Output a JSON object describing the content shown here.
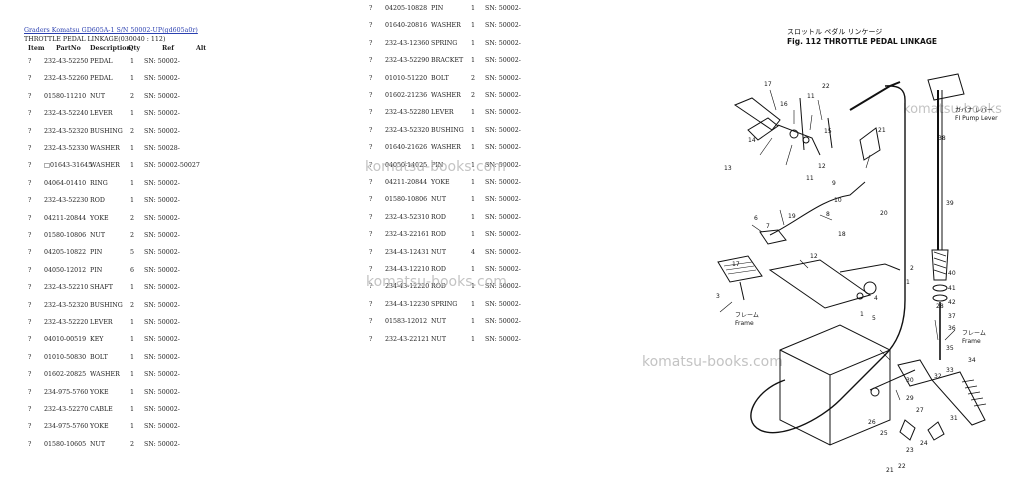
{
  "header": {
    "link_text": "Graders Komatsu GD605A-1 S/N 50002-UP(gd605a0r)",
    "section_title": "THROTTLE PEDAL LINKAGE(030040 : 112)"
  },
  "columns": [
    "Item",
    "PartNo",
    "Description",
    "Qty",
    "Ref",
    "Alt"
  ],
  "left_rows": [
    {
      "item": "?",
      "part": "232-43-52250",
      "desc": "PEDAL",
      "qty": "1",
      "ref": "SN: 50002-"
    },
    {
      "item": "?",
      "part": "232-43-52260",
      "desc": "PEDAL",
      "qty": "1",
      "ref": "SN: 50002-"
    },
    {
      "item": "?",
      "part": "01580-11210",
      "desc": "NUT",
      "qty": "2",
      "ref": "SN: 50002-"
    },
    {
      "item": "?",
      "part": "232-43-52240",
      "desc": "LEVER",
      "qty": "1",
      "ref": "SN: 50002-"
    },
    {
      "item": "?",
      "part": "232-43-52320",
      "desc": "BUSHING",
      "qty": "2",
      "ref": "SN: 50002-"
    },
    {
      "item": "?",
      "part": "232-43-52330",
      "desc": "WASHER",
      "qty": "1",
      "ref": "SN: 50028-"
    },
    {
      "item": "?",
      "part": "□01643-31645",
      "desc": "WASHER",
      "qty": "1",
      "ref": "SN: 50002-50027"
    },
    {
      "item": "?",
      "part": "04064-01410",
      "desc": "RING",
      "qty": "1",
      "ref": "SN: 50002-"
    },
    {
      "item": "?",
      "part": "232-43-52230",
      "desc": "ROD",
      "qty": "1",
      "ref": "SN: 50002-"
    },
    {
      "item": "?",
      "part": "04211-20844",
      "desc": "YOKE",
      "qty": "2",
      "ref": "SN: 50002-"
    },
    {
      "item": "?",
      "part": "01580-10806",
      "desc": "NUT",
      "qty": "2",
      "ref": "SN: 50002-"
    },
    {
      "item": "?",
      "part": "04205-10822",
      "desc": "PIN",
      "qty": "5",
      "ref": "SN: 50002-"
    },
    {
      "item": "?",
      "part": "04050-12012",
      "desc": "PIN",
      "qty": "6",
      "ref": "SN: 50002-"
    },
    {
      "item": "?",
      "part": "232-43-52210",
      "desc": "SHAFT",
      "qty": "1",
      "ref": "SN: 50002-"
    },
    {
      "item": "?",
      "part": "232-43-52320",
      "desc": "BUSHING",
      "qty": "2",
      "ref": "SN: 50002-"
    },
    {
      "item": "?",
      "part": "232-43-52220",
      "desc": "LEVER",
      "qty": "1",
      "ref": "SN: 50002-"
    },
    {
      "item": "?",
      "part": "04010-00519",
      "desc": "KEY",
      "qty": "1",
      "ref": "SN: 50002-"
    },
    {
      "item": "?",
      "part": "01010-50830",
      "desc": "BOLT",
      "qty": "1",
      "ref": "SN: 50002-"
    },
    {
      "item": "?",
      "part": "01602-20825",
      "desc": "WASHER",
      "qty": "1",
      "ref": "SN: 50002-"
    },
    {
      "item": "?",
      "part": "234-975-5760",
      "desc": "YOKE",
      "qty": "1",
      "ref": "SN: 50002-"
    },
    {
      "item": "?",
      "part": "232-43-52270",
      "desc": "CABLE",
      "qty": "1",
      "ref": "SN: 50002-"
    },
    {
      "item": "?",
      "part": "234-975-5760",
      "desc": "YOKE",
      "qty": "1",
      "ref": "SN: 50002-"
    },
    {
      "item": "?",
      "part": "01580-10605",
      "desc": "NUT",
      "qty": "2",
      "ref": "SN: 50002-"
    }
  ],
  "right_rows": [
    {
      "item": "?",
      "part": "04205-10828",
      "desc": "PIN",
      "qty": "1",
      "ref": "SN: 50002-"
    },
    {
      "item": "?",
      "part": "01640-20816",
      "desc": "WASHER",
      "qty": "1",
      "ref": "SN: 50002-"
    },
    {
      "item": "?",
      "part": "232-43-12360",
      "desc": "SPRING",
      "qty": "1",
      "ref": "SN: 50002-"
    },
    {
      "item": "?",
      "part": "232-43-52290",
      "desc": "BRACKET",
      "qty": "1",
      "ref": "SN: 50002-"
    },
    {
      "item": "?",
      "part": "01010-51220",
      "desc": "BOLT",
      "qty": "2",
      "ref": "SN: 50002-"
    },
    {
      "item": "?",
      "part": "01602-21236",
      "desc": "WASHER",
      "qty": "2",
      "ref": "SN: 50002-"
    },
    {
      "item": "?",
      "part": "232-43-52280",
      "desc": "LEVER",
      "qty": "1",
      "ref": "SN: 50002-"
    },
    {
      "item": "?",
      "part": "232-43-52320",
      "desc": "BUSHING",
      "qty": "1",
      "ref": "SN: 50002-"
    },
    {
      "item": "?",
      "part": "01640-21626",
      "desc": "WASHER",
      "qty": "1",
      "ref": "SN: 50002-"
    },
    {
      "item": "?",
      "part": "04050-14025",
      "desc": "PIN",
      "qty": "1",
      "ref": "SN: 50002-"
    },
    {
      "item": "?",
      "part": "04211-20844",
      "desc": "YOKE",
      "qty": "1",
      "ref": "SN: 50002-"
    },
    {
      "item": "?",
      "part": "01580-10806",
      "desc": "NUT",
      "qty": "1",
      "ref": "SN: 50002-"
    },
    {
      "item": "?",
      "part": "232-43-52310",
      "desc": "ROD",
      "qty": "1",
      "ref": "SN: 50002-"
    },
    {
      "item": "?",
      "part": "232-43-22161",
      "desc": "ROD",
      "qty": "1",
      "ref": "SN: 50002-"
    },
    {
      "item": "?",
      "part": "234-43-12431",
      "desc": "NUT",
      "qty": "4",
      "ref": "SN: 50002-"
    },
    {
      "item": "?",
      "part": "234-43-12210",
      "desc": "ROD",
      "qty": "1",
      "ref": "SN: 50002-"
    },
    {
      "item": "?",
      "part": "234-43-12220",
      "desc": "ROD",
      "qty": "1",
      "ref": "SN: 50002-"
    },
    {
      "item": "?",
      "part": "234-43-12230",
      "desc": "SPRING",
      "qty": "1",
      "ref": "SN: 50002-"
    },
    {
      "item": "?",
      "part": "01583-12012",
      "desc": "NUT",
      "qty": "1",
      "ref": "SN: 50002-"
    },
    {
      "item": "?",
      "part": "232-43-22121",
      "desc": "NUT",
      "qty": "1",
      "ref": "SN: 50002-"
    }
  ],
  "watermarks": [
    "komatsu-books.com",
    "komatsu-books.com",
    "komatsu-books",
    "komatsu-books.com"
  ],
  "diagram": {
    "title_jp": "スロットル ペダル リンケージ",
    "title_en": "Fig. 112 THROTTLE PEDAL LINKAGE",
    "annotations": [
      "ガバナ レバー",
      "FI Pump Lever",
      "フレーム",
      "Frame",
      "フレーム",
      "Frame"
    ],
    "callouts": [
      "17",
      "16",
      "11",
      "22",
      "15",
      "14",
      "13",
      "12",
      "11",
      "9",
      "10",
      "8",
      "7",
      "6",
      "21",
      "20",
      "12",
      "19",
      "18",
      "17",
      "2",
      "1",
      "3",
      "4",
      "5",
      "1",
      "28",
      "38",
      "39",
      "40",
      "41",
      "42",
      "37",
      "36",
      "35",
      "34",
      "33",
      "32",
      "31",
      "30",
      "29",
      "27",
      "26",
      "25",
      "24",
      "23",
      "22",
      "21"
    ]
  }
}
